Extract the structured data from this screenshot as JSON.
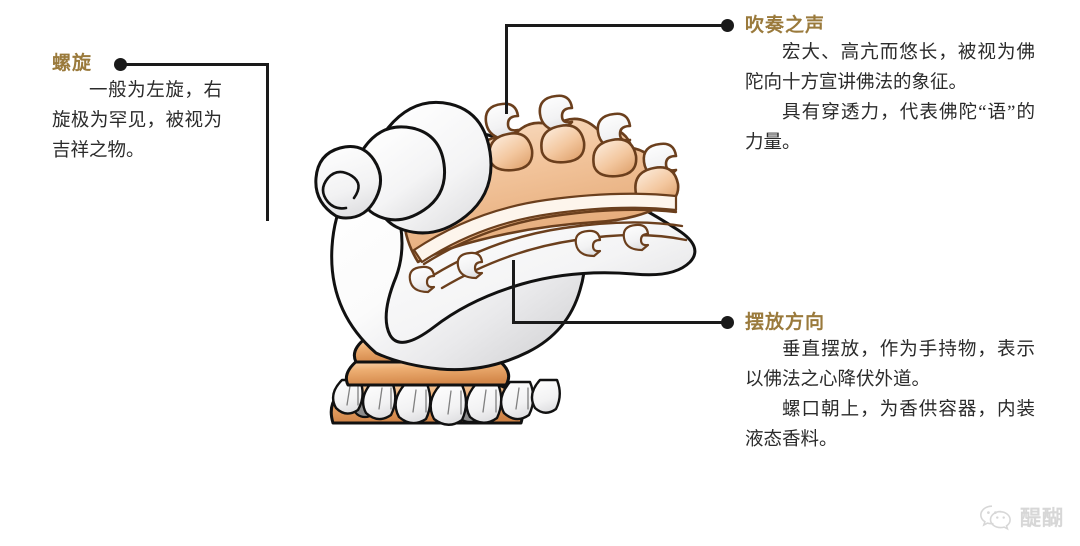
{
  "page": {
    "subject": "藏传佛教法器 白海螺 图解",
    "background": "#ffffff"
  },
  "colors": {
    "heading": "#9a7a3c",
    "body_text": "#2b2b2b",
    "leader_line": "#1a1a1a",
    "shell_white": "#fdfdfd",
    "shell_shadow": "#d9d9db",
    "ornament_peach": "#f0c097",
    "ornament_deep": "#e0a472",
    "ornament_outline": "#6b3f1d",
    "pedestal_gold": "#e8a96a",
    "pedestal_dark": "#d08b4b",
    "gem_gray": "#8d8d8d",
    "outline": "#111111",
    "watermark": "#7d7d7d"
  },
  "callouts": [
    {
      "id": "spiral",
      "title": "螺旋",
      "body": "一般为左旋，右旋极为罕见，被视为吉祥之物。",
      "paragraphs": [
        "一般为左旋，右旋极为罕见，被视为吉祥之物。"
      ],
      "dot_position": "left",
      "marker": "bullet-dot"
    },
    {
      "id": "sound",
      "title": "吹奏之声",
      "body": "宏大、高亢而悠长，被视为佛陀向十方宣讲佛法的象征。具有穿透力，代表佛陀“语”的力量。",
      "paragraphs": [
        "宏大、高亢而悠长，被视为佛陀向十方宣讲佛法的象征。",
        "具有穿透力，代表佛陀“语”的力量。"
      ],
      "dot_position": "right",
      "marker": "bullet-dot"
    },
    {
      "id": "placement",
      "title": "摆放方向",
      "body": "垂直摆放，作为手持物，表示以佛法之心降伏外道。螺口朝上，为香供容器，内装液态香料。",
      "paragraphs": [
        "垂直摆放，作为手持物，表示以佛法之心降伏外道。",
        "螺口朝上，为香供容器，内装液态香料。"
      ],
      "dot_position": "right",
      "marker": "bullet-dot"
    }
  ],
  "illustration": {
    "name": "white-conch-shell",
    "label": "白海螺法器插图",
    "parts": [
      "spiral-apex",
      "shell-body",
      "shell-mouth",
      "cloud-wave-ornament",
      "lotus-pedestal"
    ]
  },
  "watermark": {
    "icon": "wechat-icon",
    "text": "醍醐"
  }
}
